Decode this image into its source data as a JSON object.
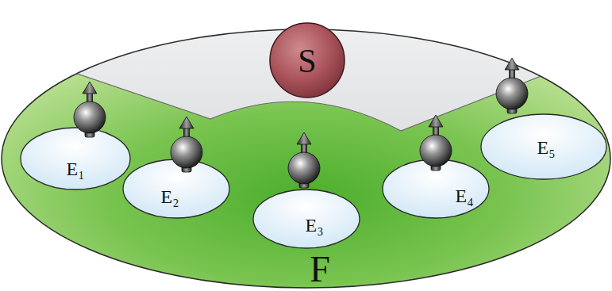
{
  "diagram": {
    "nodes": [
      {
        "text": [
          "S"
        ]
      },
      {
        "text": [
          "F"
        ]
      },
      {
        "text": [
          "E₁"
        ],
        "in": 1
      },
      {
        "text": [
          "E₂"
        ],
        "in": 1
      },
      {
        "text": [
          "E₃"
        ],
        "in": 1
      },
      {
        "text": [
          "E₄"
        ],
        "in": 1
      },
      {
        "text": [
          "E₅"
        ],
        "in": 1
      }
    ]
  }
}
